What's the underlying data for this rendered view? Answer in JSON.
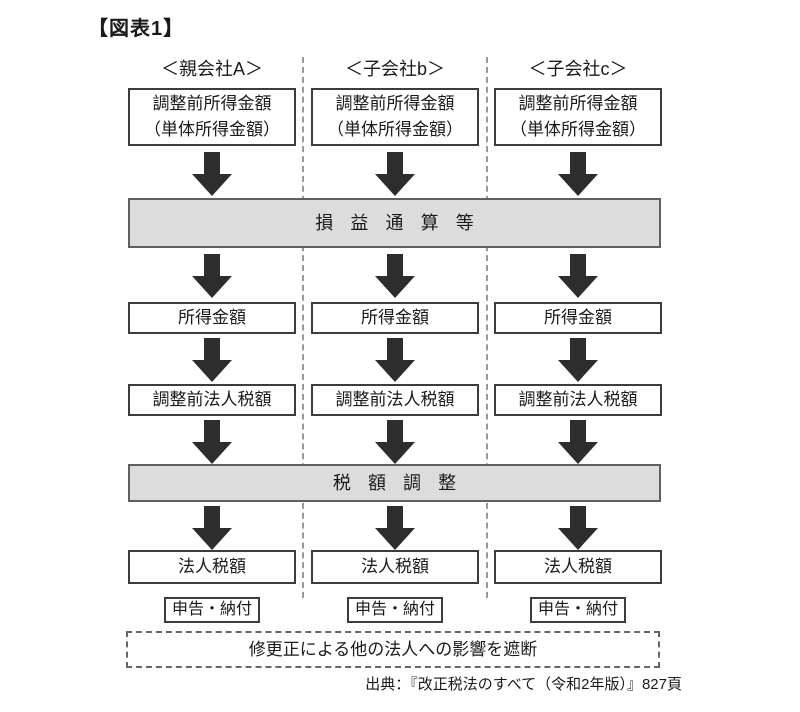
{
  "title": "【図表1】",
  "columns": [
    {
      "header": "＜親会社A＞",
      "top_box_line1": "調整前所得金額",
      "top_box_line2": "（単体所得金額）",
      "income_box": "所得金額",
      "pre_adjusted_tax_box": "調整前法人税額",
      "tax_box": "法人税額",
      "filing_box": "申告・納付"
    },
    {
      "header": "＜子会社b＞",
      "top_box_line1": "調整前所得金額",
      "top_box_line2": "（単体所得金額）",
      "income_box": "所得金額",
      "pre_adjusted_tax_box": "調整前法人税額",
      "tax_box": "法人税額",
      "filing_box": "申告・納付"
    },
    {
      "header": "＜子会社c＞",
      "top_box_line1": "調整前所得金額",
      "top_box_line2": "（単体所得金額）",
      "income_box": "所得金額",
      "pre_adjusted_tax_box": "調整前法人税額",
      "tax_box": "法人税額",
      "filing_box": "申告・納付"
    }
  ],
  "bands": {
    "profit_loss_aggregation": "損益通算等",
    "tax_adjustment": "税額調整"
  },
  "note": "修更正による他の法人への影響を遮断",
  "source": "出典：『改正税法のすべて（令和2年版）』827頁",
  "colors": {
    "band_background": "#dcdcdc",
    "band_border": "#5f5f5f",
    "box_border": "#3c3c3c",
    "arrow": "#2d2d2d",
    "divider_dash": "#999999"
  }
}
